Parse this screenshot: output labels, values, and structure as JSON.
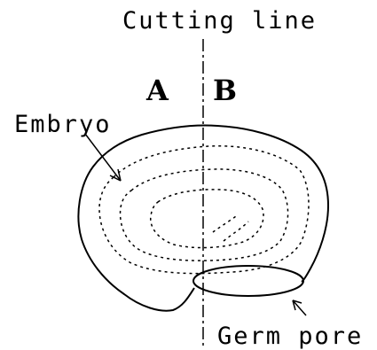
{
  "labels": {
    "cutting_line": "Cutting line",
    "side_a": "A",
    "side_b": "B",
    "embryo": "Embryo",
    "germ_pore": "Germ pore"
  }
}
